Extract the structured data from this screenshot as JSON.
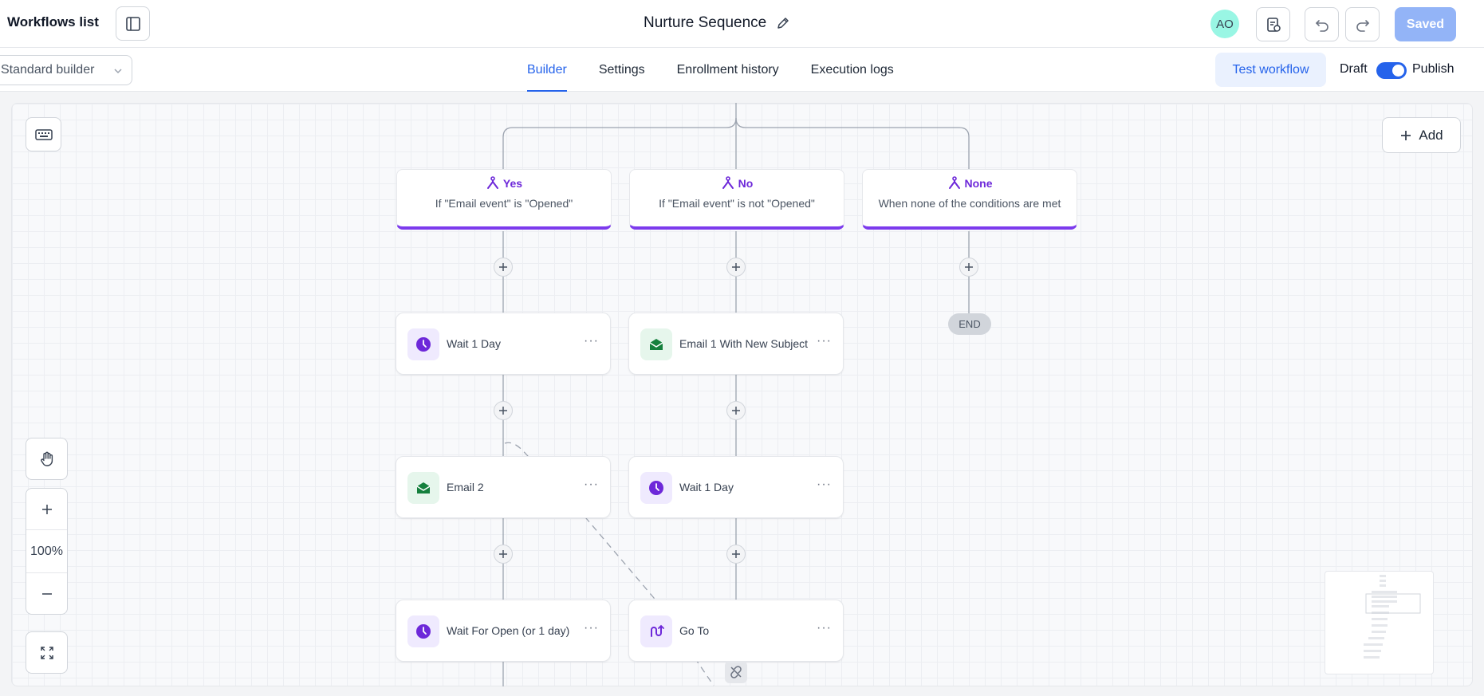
{
  "header": {
    "workflows_list_label": "Workflows list",
    "workflow_title": "Nurture Sequence",
    "avatar_initials": "AO",
    "saved_label": "Saved"
  },
  "subbar": {
    "builder_mode": "Standard builder",
    "tabs": [
      {
        "label": "Builder",
        "active": true
      },
      {
        "label": "Settings",
        "active": false
      },
      {
        "label": "Enrollment history",
        "active": false
      },
      {
        "label": "Execution logs",
        "active": false
      }
    ],
    "test_workflow_label": "Test workflow",
    "draft_label": "Draft",
    "publish_label": "Publish",
    "publish_enabled": true
  },
  "canvas": {
    "add_label": "Add",
    "zoom_level": "100%",
    "end_label": "END",
    "branches": [
      {
        "title": "Yes",
        "condition": "If \"Email event\" is \"Opened\""
      },
      {
        "title": "No",
        "condition": "If \"Email event\" is not \"Opened\""
      },
      {
        "title": "None",
        "condition": "When none of the conditions are met"
      }
    ],
    "nodes": [
      {
        "label": "Wait 1 Day",
        "icon": "clock-icon"
      },
      {
        "label": "Email 1 With New Subject",
        "icon": "email-icon"
      },
      {
        "label": "Email 2",
        "icon": "email-icon"
      },
      {
        "label": "Wait 1 Day",
        "icon": "clock-icon"
      },
      {
        "label": "Wait For Open (or 1 day)",
        "icon": "clock-icon"
      },
      {
        "label": "Go To",
        "icon": "goto-icon"
      }
    ]
  },
  "colors": {
    "accent": "#2563eb",
    "branch_purple": "#7c3aed",
    "saved_button": "#93b4f7",
    "email_green": "#15803d"
  }
}
